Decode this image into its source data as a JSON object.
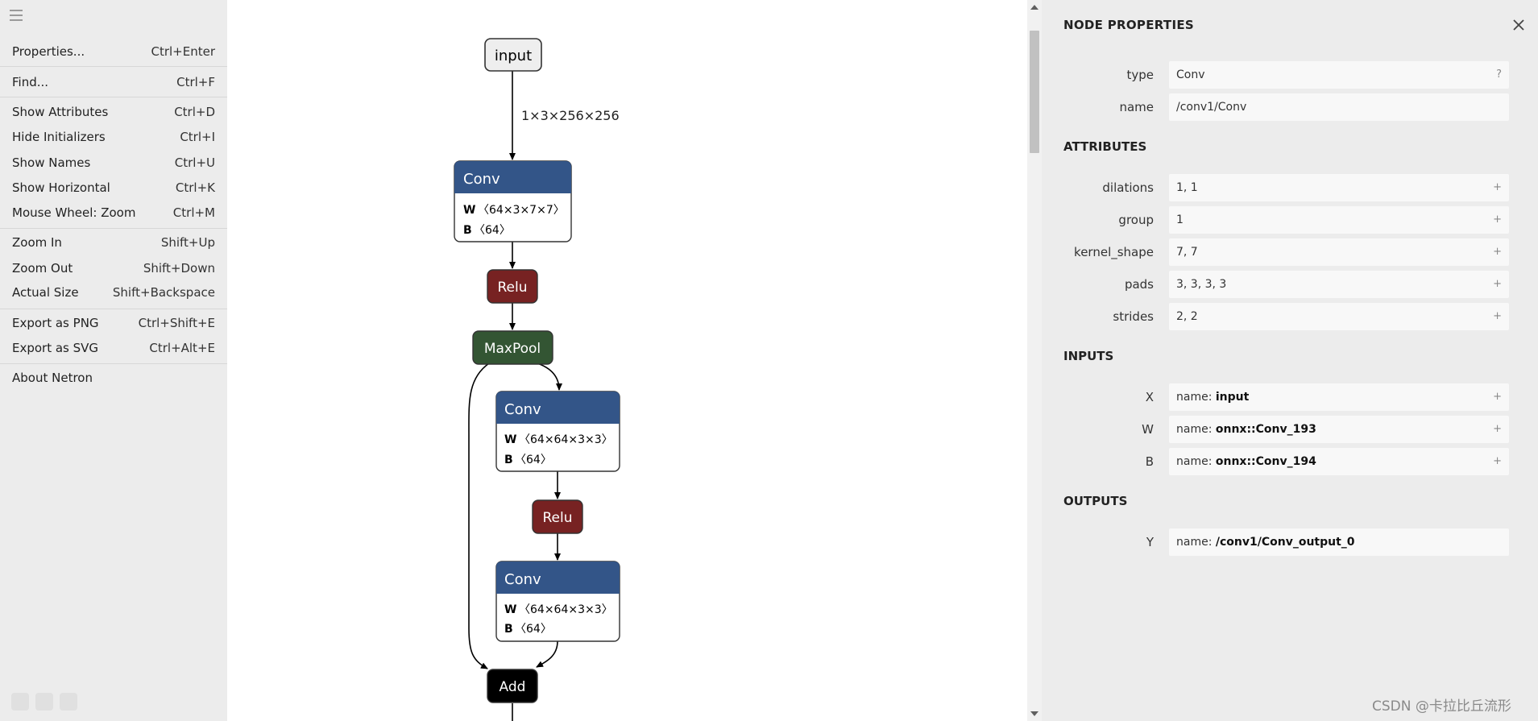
{
  "menu": {
    "items": [
      {
        "label": "Properties...",
        "key": "Ctrl+Enter"
      },
      {
        "label": "Find...",
        "key": "Ctrl+F"
      },
      {
        "label": "Show Attributes",
        "key": "Ctrl+D"
      },
      {
        "label": "Hide Initializers",
        "key": "Ctrl+I"
      },
      {
        "label": "Show Names",
        "key": "Ctrl+U"
      },
      {
        "label": "Show Horizontal",
        "key": "Ctrl+K"
      },
      {
        "label": "Mouse Wheel: Zoom",
        "key": "Ctrl+M"
      },
      {
        "label": "Zoom In",
        "key": "Shift+Up"
      },
      {
        "label": "Zoom Out",
        "key": "Shift+Down"
      },
      {
        "label": "Actual Size",
        "key": "Shift+Backspace"
      },
      {
        "label": "Export as PNG",
        "key": "Ctrl+Shift+E"
      },
      {
        "label": "Export as SVG",
        "key": "Ctrl+Alt+E"
      },
      {
        "label": "About Netron",
        "key": ""
      }
    ]
  },
  "graph": {
    "input_label": "input",
    "edge_label": "1×3×256×256",
    "conv1": {
      "title": "Conv",
      "w_key": "W",
      "w_val": "〈64×3×7×7〉",
      "b_key": "B",
      "b_val": "〈64〉"
    },
    "relu1": "Relu",
    "maxpool": "MaxPool",
    "conv2": {
      "title": "Conv",
      "w_key": "W",
      "w_val": "〈64×64×3×3〉",
      "b_key": "B",
      "b_val": "〈64〉"
    },
    "relu2": "Relu",
    "conv3": {
      "title": "Conv",
      "w_key": "W",
      "w_val": "〈64×64×3×3〉",
      "b_key": "B",
      "b_val": "〈64〉"
    },
    "add": "Add",
    "colors": {
      "conv": "#335588",
      "relu": "#772222",
      "pool": "#335533",
      "add": "#000000"
    }
  },
  "panel": {
    "title": "NODE PROPERTIES",
    "props": [
      {
        "label": "type",
        "value": "Conv",
        "btn": "?"
      },
      {
        "label": "name",
        "value": "/conv1/Conv",
        "btn": ""
      }
    ],
    "attributes_title": "ATTRIBUTES",
    "attributes": [
      {
        "label": "dilations",
        "value": "1, 1",
        "btn": "+"
      },
      {
        "label": "group",
        "value": "1",
        "btn": "+"
      },
      {
        "label": "kernel_shape",
        "value": "7, 7",
        "btn": "+"
      },
      {
        "label": "pads",
        "value": "3, 3, 3, 3",
        "btn": "+"
      },
      {
        "label": "strides",
        "value": "2, 2",
        "btn": "+"
      }
    ],
    "inputs_title": "INPUTS",
    "inputs": [
      {
        "label": "X",
        "prefix": "name: ",
        "value": "input",
        "btn": "+"
      },
      {
        "label": "W",
        "prefix": "name: ",
        "value": "onnx::Conv_193",
        "btn": "+"
      },
      {
        "label": "B",
        "prefix": "name: ",
        "value": "onnx::Conv_194",
        "btn": "+"
      }
    ],
    "outputs_title": "OUTPUTS",
    "outputs": [
      {
        "label": "Y",
        "prefix": "name: ",
        "value": "/conv1/Conv_output_0",
        "btn": ""
      }
    ]
  },
  "watermark": "CSDN @卡拉比丘流形"
}
